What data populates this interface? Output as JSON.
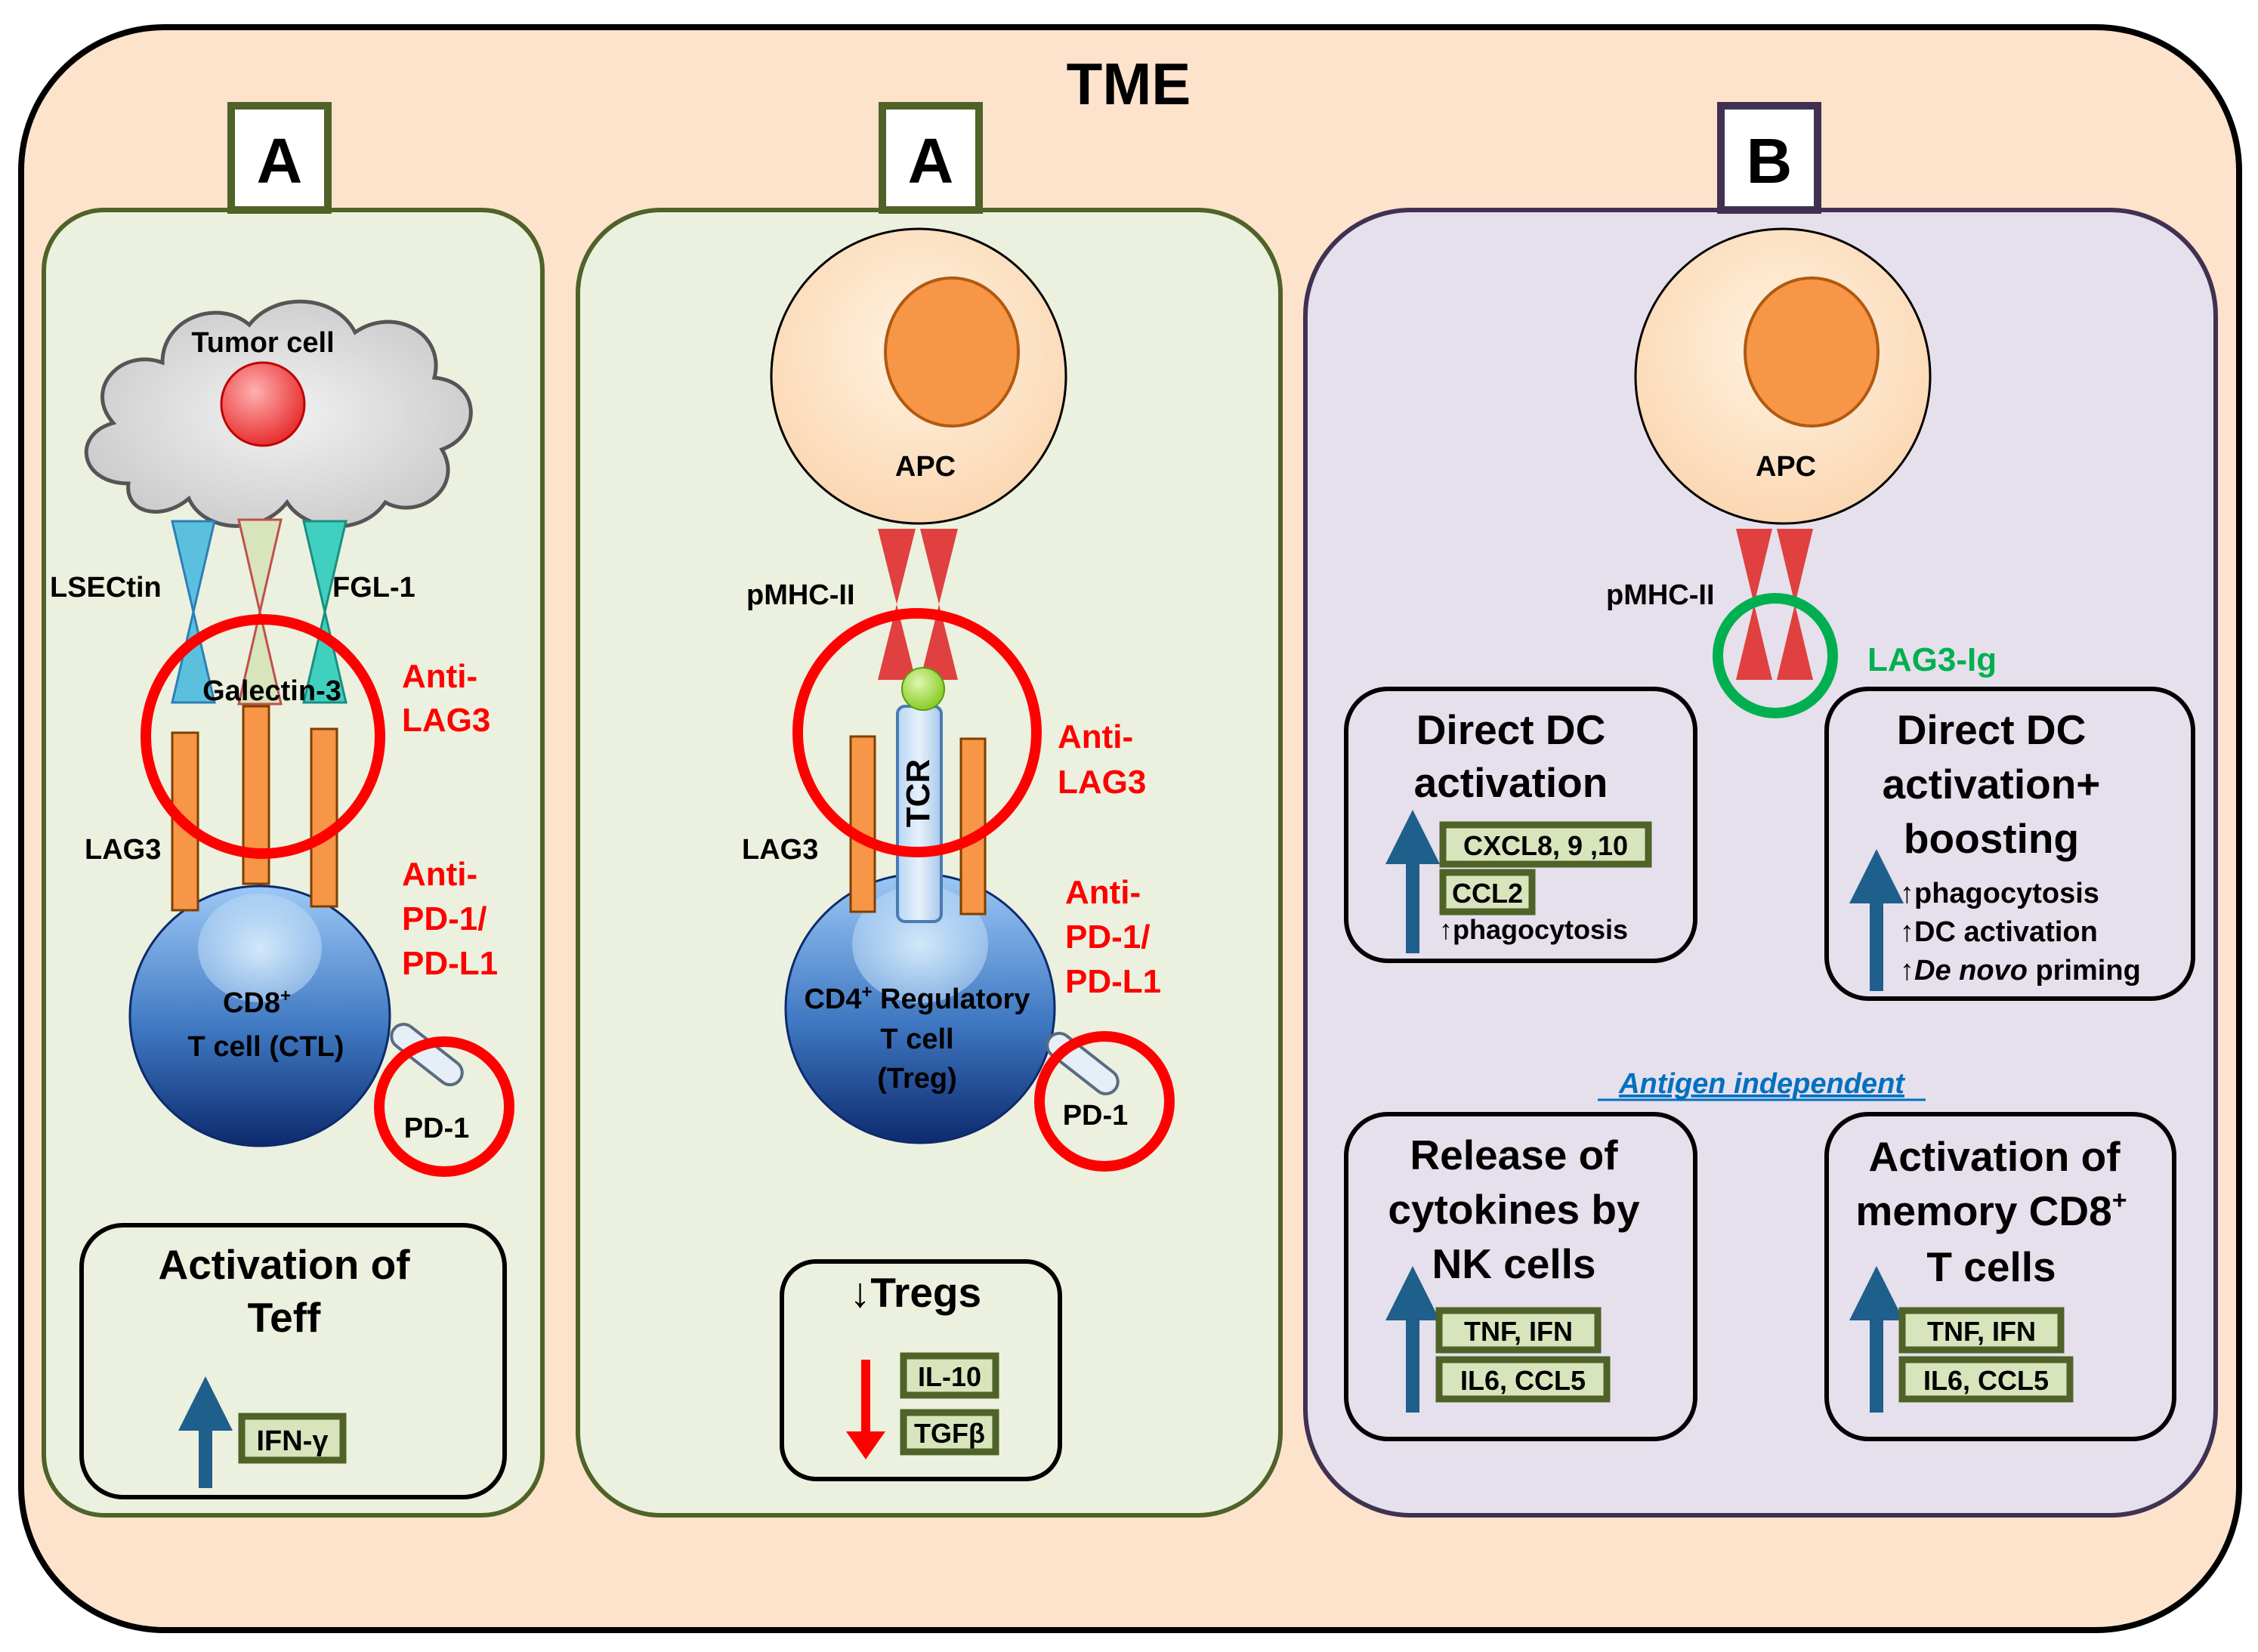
{
  "title": "TME",
  "panel_labels": {
    "left": "A",
    "middle": "A",
    "right": "B"
  },
  "left": {
    "tumor": "Tumor cell",
    "ligands": {
      "lsectin": "LSECtin",
      "fgl1": "FGL-1",
      "galectin": "Galectin-3"
    },
    "lag3": "LAG3",
    "drug1_line1": "Anti-",
    "drug1_line2": "LAG3",
    "drug2_line1": "Anti-",
    "drug2_line2": "PD-1/",
    "drug2_line3": "PD-L1",
    "cell_line1": "CD8",
    "cell_sup": "+",
    "cell_line2": "T cell (CTL)",
    "pd1": "PD-1",
    "effect_line1": "Activation of",
    "effect_line2": "Teff",
    "marker": "IFN-γ"
  },
  "middle": {
    "apc": "APC",
    "pmhc": "pMHC-II",
    "tcr": "TCR",
    "lag3": "LAG3",
    "drug1_line1": "Anti-",
    "drug1_line2": "LAG3",
    "drug2_line1": "Anti-",
    "drug2_line2": "PD-1/",
    "drug2_line3": "PD-L1",
    "cell_line1a": "CD4",
    "cell_sup": "+",
    "cell_line1b": " Regulatory",
    "cell_line2": "T cell",
    "cell_line3": "(Treg)",
    "pd1": "PD-1",
    "effect": "↓Tregs",
    "markers": [
      "IL-10",
      "TGFβ"
    ]
  },
  "right": {
    "apc": "APC",
    "pmhc": "pMHC-II",
    "agent": "LAG3-Ig",
    "antigen_note": "Antigen independent",
    "box1": {
      "line1": "Direct DC",
      "line2": "activation",
      "markers": [
        "CXCL8, 9 ,10",
        "CCL2"
      ],
      "note": "↑phagocytosis"
    },
    "box2": {
      "line1": "Direct DC",
      "line2": "activation+",
      "line3": "boosting",
      "items": [
        "↑phagocytosis",
        "↑DC activation"
      ],
      "item3_prefix": "↑",
      "item3_italic": "De novo",
      "item3_suffix": " priming"
    },
    "box3": {
      "line1": "Release of",
      "line2": "cytokines by",
      "line3": "NK cells",
      "markers": [
        "TNF, IFN",
        "IL6, CCL5"
      ]
    },
    "box4": {
      "line1": "Activation of",
      "line2a": "memory CD8",
      "line2_sup": "+",
      "line3": "T cells",
      "markers": [
        "TNF, IFN",
        "IL6, CCL5"
      ]
    }
  },
  "colors": {
    "outer_bg": "#fde3cc",
    "panel_a_bg": "#ebf1de",
    "panel_a_border": "#4f6228",
    "panel_b_bg": "#e6e0ec",
    "panel_b_border": "#403152",
    "drug_red": "#ff0000",
    "lag3ig_green": "#00b050",
    "arrow_blue": "#1f5f8b",
    "lag3_orange": "#f79646",
    "apc_nucleus": "#f79646",
    "pmhc_red": "#e04040",
    "link_blue": "#0070c0"
  }
}
